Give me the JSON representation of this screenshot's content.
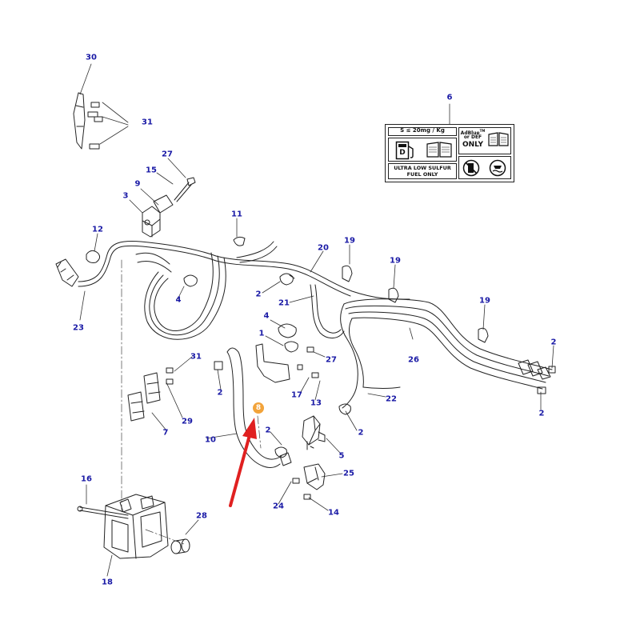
{
  "callouts": [
    "30",
    "31",
    "6",
    "27",
    "15",
    "9",
    "3",
    "11",
    "12",
    "19",
    "20",
    "19",
    "23",
    "4",
    "2",
    "21",
    "19",
    "4",
    "1",
    "2",
    "31",
    "27",
    "26",
    "2",
    "17",
    "13",
    "22",
    "29",
    "7",
    "2",
    "10",
    "2",
    "5",
    "2",
    "25",
    "16",
    "24",
    "14",
    "28",
    "18"
  ],
  "highlight": {
    "label": "8",
    "color": "#f2a33a"
  },
  "arrow": {
    "color": "#e02020"
  },
  "fuel_label": {
    "sulfur_spec": "S ≤ 20mg / Kg",
    "pump_letter": "D",
    "def_line1": "AdBlue",
    "def_trademark": "TM",
    "def_line2": "or DEF",
    "def_only": "ONLY",
    "fuel_line1": "ULTRA LOW SULFUR",
    "fuel_line2": "FUEL ONLY"
  }
}
